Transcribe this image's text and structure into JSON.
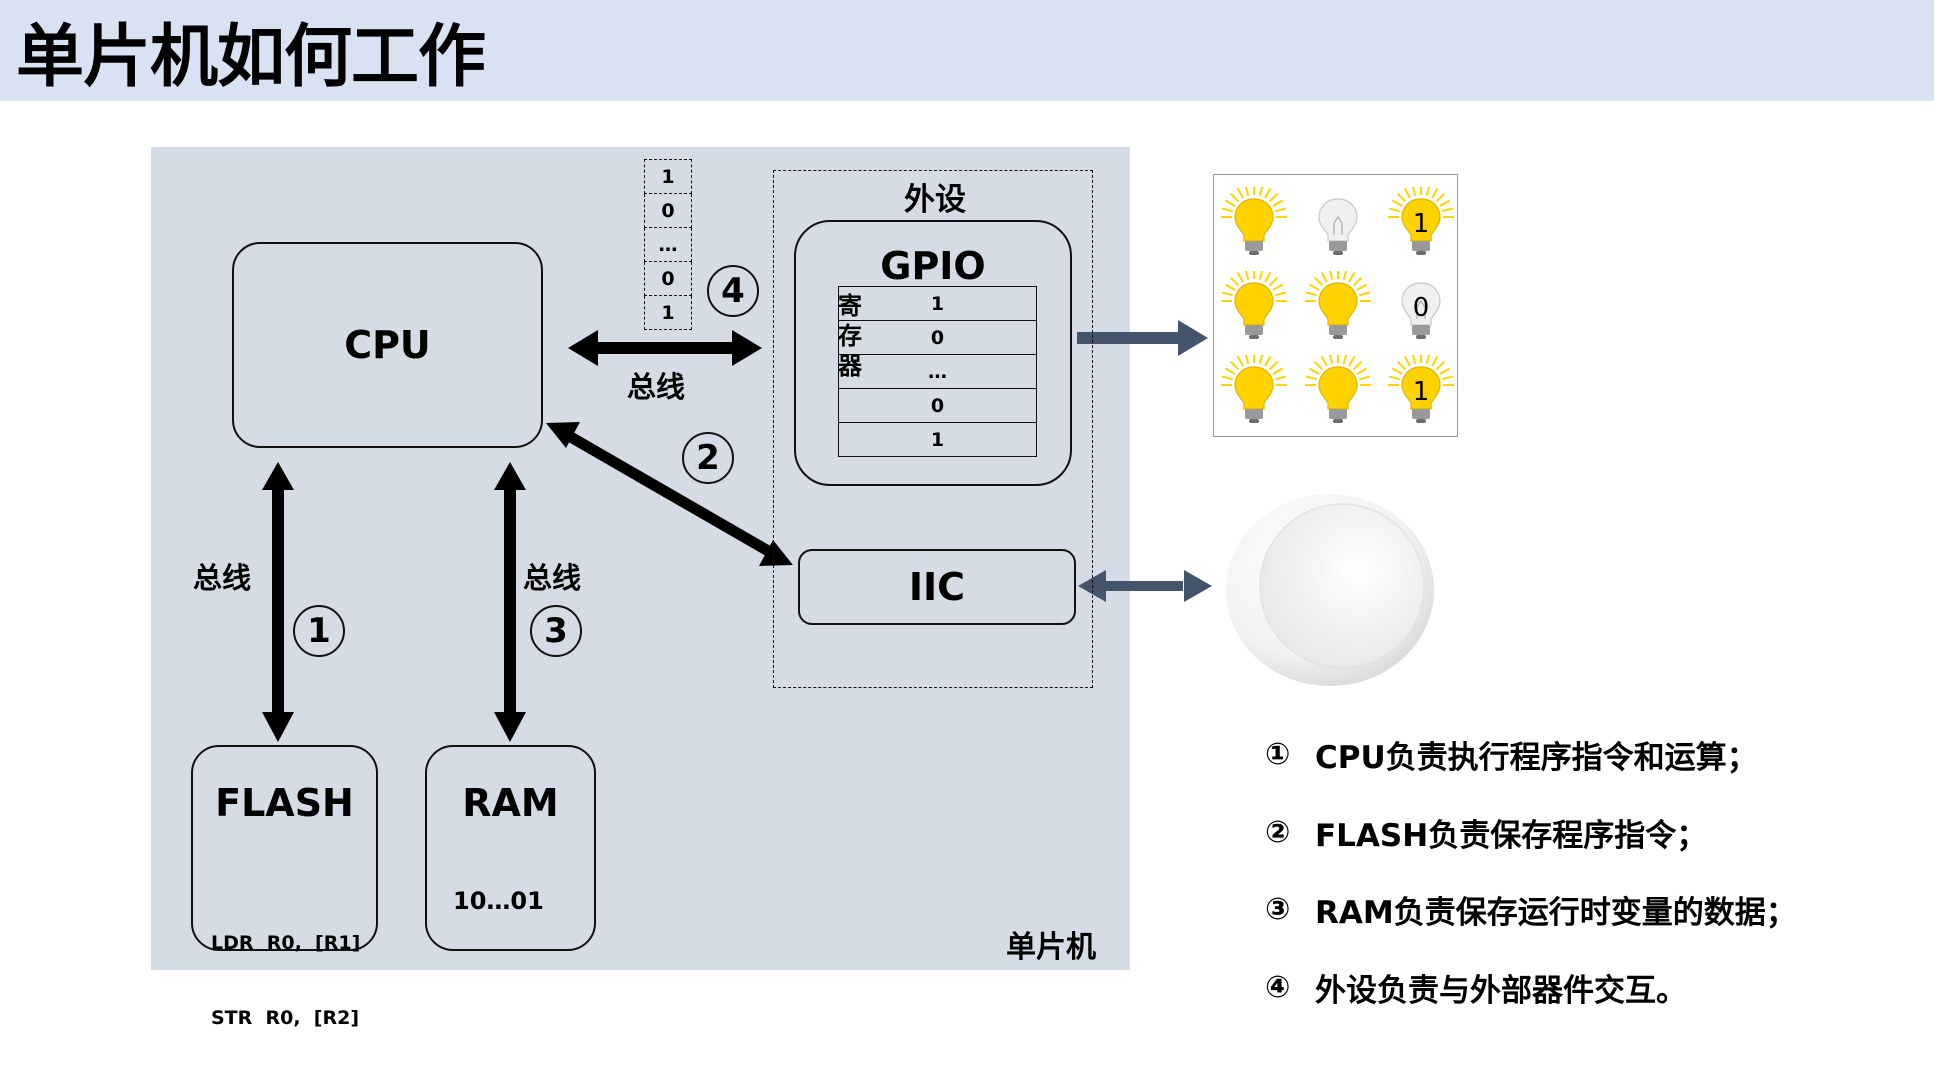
{
  "title": "单片机如何工作",
  "mcu_label": "单片机",
  "peripheral_label": "外设",
  "cpu": {
    "label": "CPU"
  },
  "flash": {
    "label": "FLASH",
    "code_line1": "LDR  R0,  [R1]",
    "code_line2": "STR  R0,  [R2]"
  },
  "ram": {
    "label": "RAM",
    "value": "10…01"
  },
  "gpio": {
    "label": "GPIO",
    "register_label": "寄存器",
    "register_chars": [
      "寄",
      "存",
      "器"
    ],
    "register_values": [
      "1",
      "0",
      "…",
      "0",
      "1"
    ]
  },
  "iic": {
    "label": "IIC"
  },
  "bus_data": [
    "1",
    "0",
    "…",
    "0",
    "1"
  ],
  "bus_labels": {
    "top": "总线",
    "left": "总线",
    "right": "总线"
  },
  "steps": {
    "s1": "1",
    "s2": "2",
    "s3": "3",
    "s4": "4"
  },
  "bulbs": [
    {
      "on": true,
      "value": ""
    },
    {
      "on": false,
      "value": ""
    },
    {
      "on": true,
      "value": "1"
    },
    {
      "on": true,
      "value": ""
    },
    {
      "on": true,
      "value": ""
    },
    {
      "on": false,
      "value": "0"
    },
    {
      "on": true,
      "value": ""
    },
    {
      "on": true,
      "value": ""
    },
    {
      "on": true,
      "value": "1"
    }
  ],
  "notes": [
    {
      "num": "①",
      "text": "CPU负责执行程序指令和运算；"
    },
    {
      "num": "②",
      "text": "FLASH负责保存程序指令；"
    },
    {
      "num": "③",
      "text": "RAM负责保存运行时变量的数据；"
    },
    {
      "num": "④",
      "text": "外设负责与外部器件交互。"
    }
  ],
  "colors": {
    "header_bg": "#d9e2f3",
    "mcu_bg": "#d5dce6",
    "arrow_dark": "#000000",
    "arrow_steel": "#44546a",
    "bulb_on": "#ffd200",
    "bulb_off": "#f0f0f0"
  }
}
